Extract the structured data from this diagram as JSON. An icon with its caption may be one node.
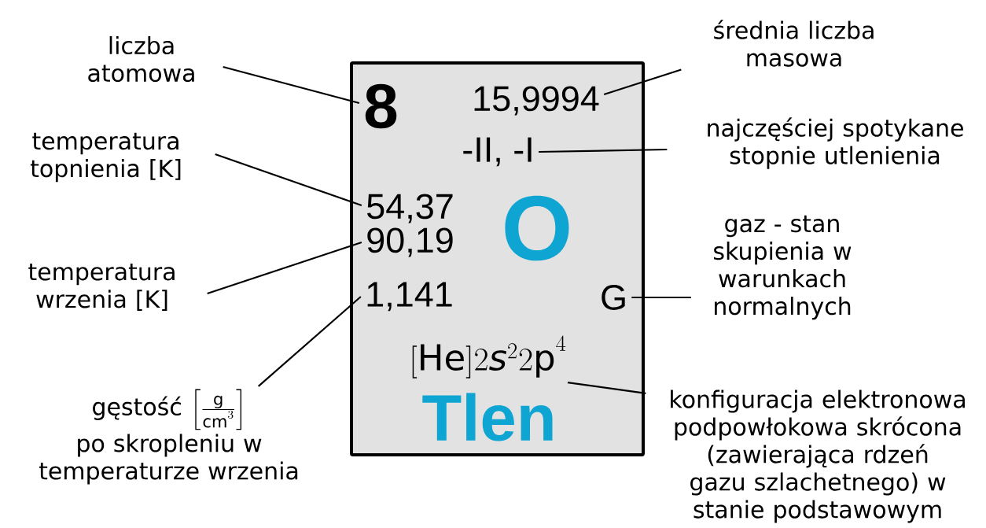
{
  "diagram": {
    "nodes": [
      {
        "text": [
          "O",
          "Tlen"
        ]
      },
      {
        "text": [
          "8"
        ],
        "in": 0
      },
      {
        "text": [
          "15,9994"
        ],
        "in": 0
      },
      {
        "text": [
          "-II, -I"
        ],
        "in": 0
      },
      {
        "text": [
          "54,37"
        ],
        "in": 0
      },
      {
        "text": [
          "90,19"
        ],
        "in": 0
      },
      {
        "text": [
          "1,141"
        ],
        "in": 0
      },
      {
        "text": [
          "G"
        ],
        "in": 0
      },
      {
        "text": [
          "[\\mathrm{He}]2\\mathit{s}^{2}2\\mathrm{p}^{4}"
        ],
        "in": 0
      },
      {
        "text": [
          "liczba atomowa"
        ]
      },
      {
        "text": [
          "średnia liczba masowa"
        ]
      },
      {
        "text": [
          "temperatura topnienia [K]"
        ]
      },
      {
        "text": [
          "najczęściej spotykane stopnie utlenienia"
        ]
      },
      {
        "text": [
          "temperatura wrzenia [K]"
        ]
      },
      {
        "text": [
          "gaz - stan skupienia w warunkach normalnych"
        ]
      },
      {
        "text": [
          "gęstość",
          "\\left[\\frac{\\mathrm{g}}{\\mathrm{cm}^{3}}\\right]",
          "po skropleniu w temperaturze wrzenia"
        ]
      },
      {
        "text": [
          "konfiguracja elektronowa podpowłokowa skrócona (zawierająca rdzeń gazu szlachetnego) w stanie podstawowym"
        ]
      }
    ],
    "edges": [
      {
        "from": 9,
        "to": 1,
        "arrow": "none"
      },
      {
        "from": 10,
        "to": 2,
        "arrow": "none"
      },
      {
        "from": 12,
        "to": 3,
        "arrow": "none"
      },
      {
        "from": 11,
        "to": 4,
        "arrow": "none"
      },
      {
        "from": 13,
        "to": 5,
        "arrow": "none"
      },
      {
        "from": 15,
        "to": 6,
        "arrow": "none"
      },
      {
        "from": 14,
        "to": 7,
        "arrow": "none"
      },
      {
        "from": 16,
        "to": 8,
        "arrow": "none"
      }
    ]
  }
}
